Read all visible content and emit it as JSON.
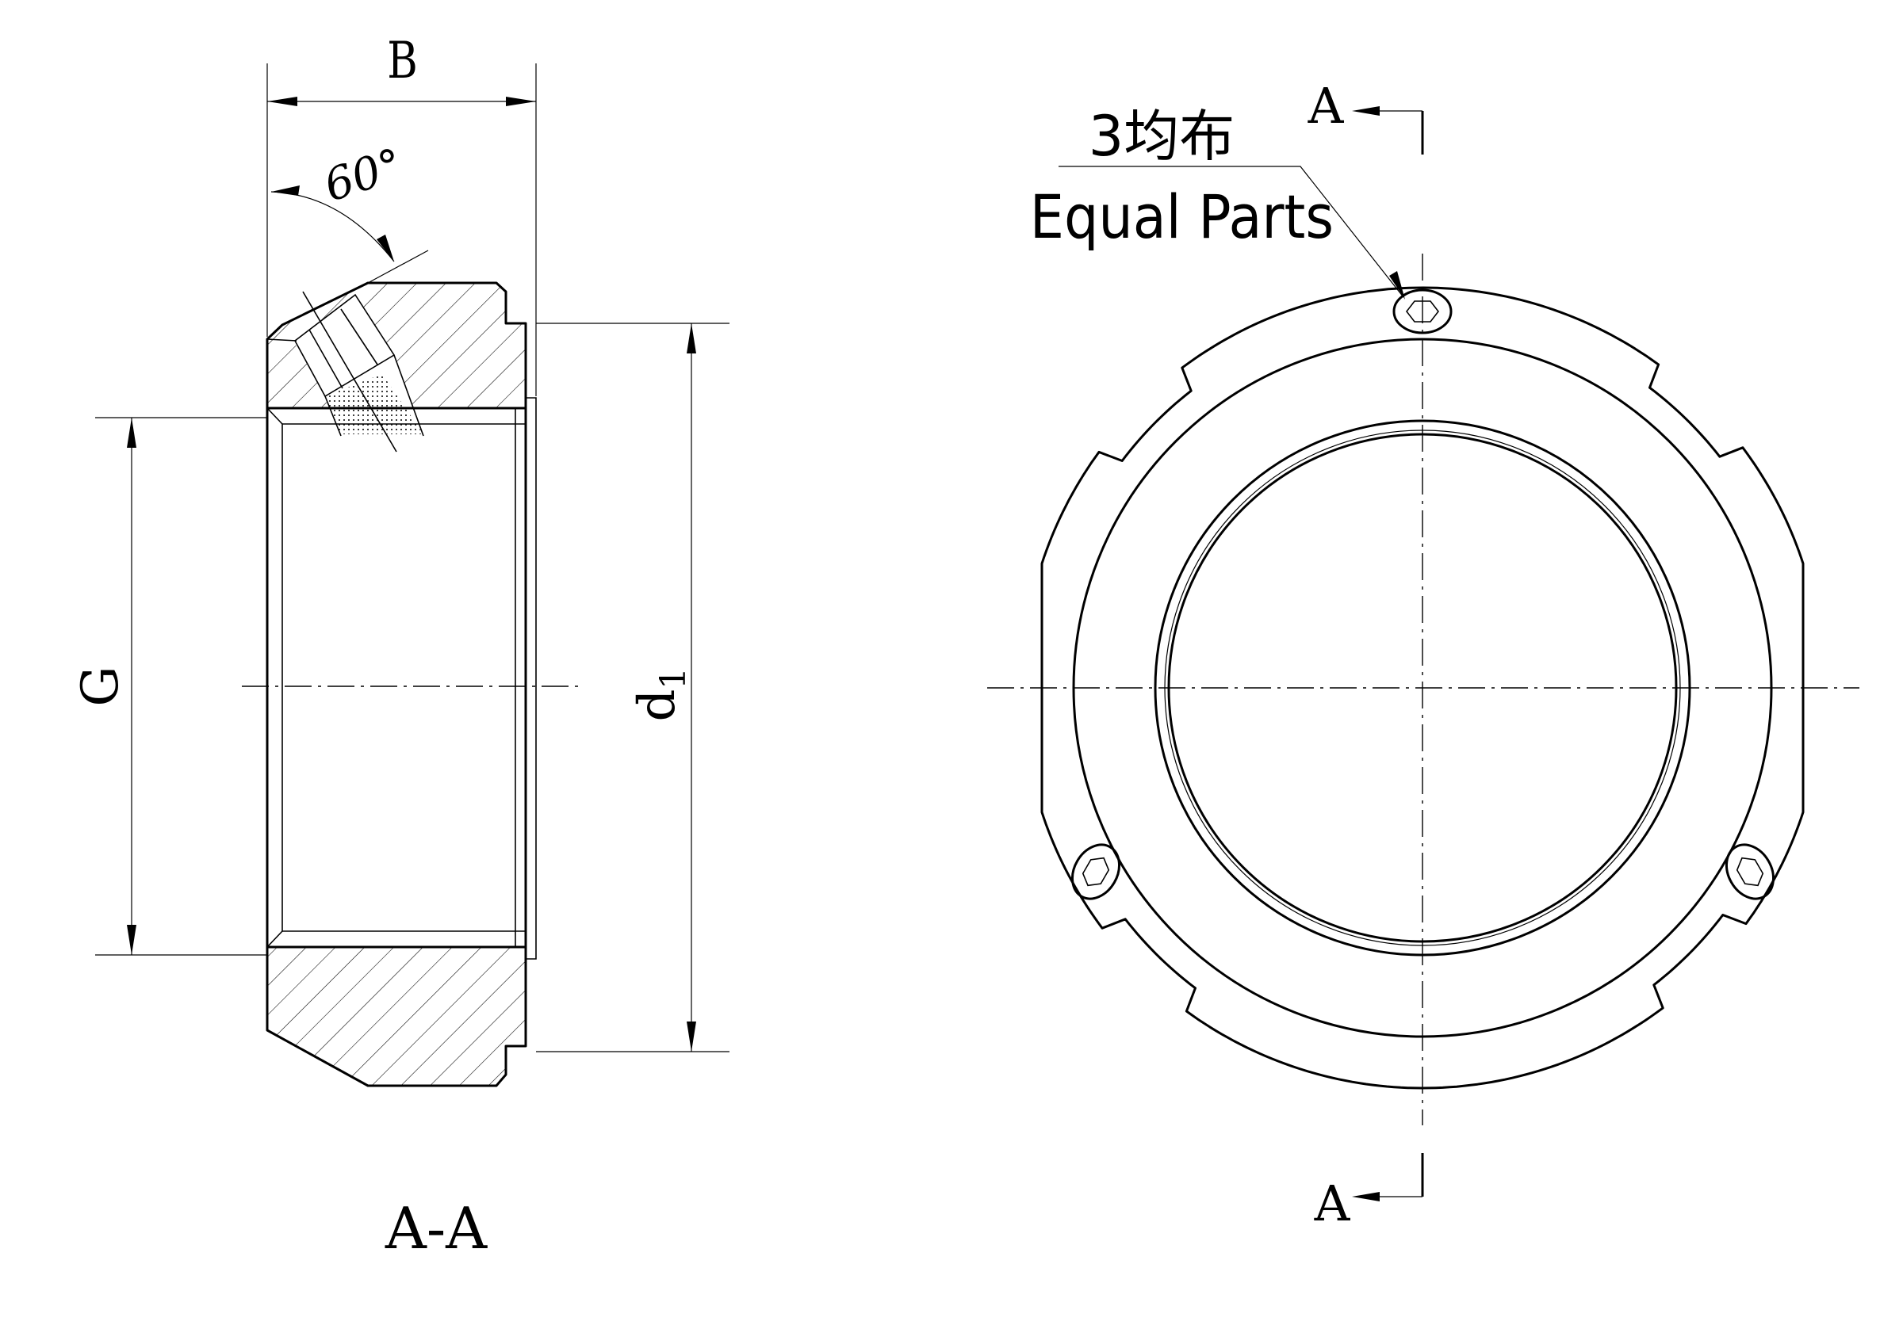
{
  "section_view": {
    "dim_width_label": "B",
    "angle_label": "60°",
    "dim_thread_label": "G",
    "dim_outer_label": "d",
    "dim_outer_subscript": "1",
    "caption": "A-A"
  },
  "front_view": {
    "note_cn": "3均布",
    "note_en": "Equal Parts",
    "cut_marker_top": "A",
    "cut_marker_bottom": "A"
  }
}
